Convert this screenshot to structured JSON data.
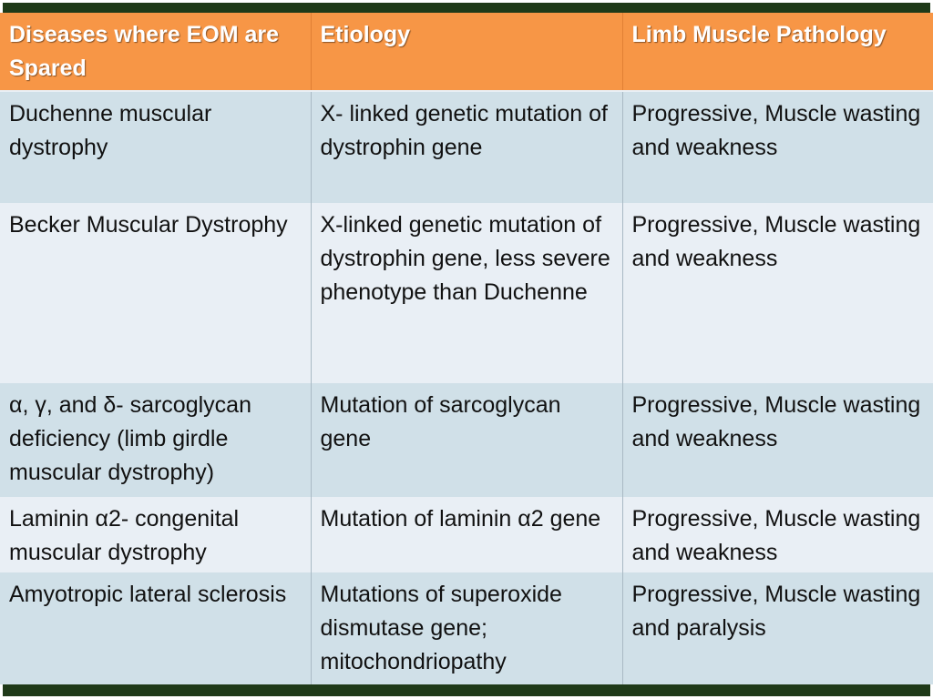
{
  "table": {
    "headers": [
      "Diseases where EOM are Spared",
      "Etiology",
      "Limb Muscle Pathology"
    ],
    "rows": [
      [
        "Duchenne muscular dystrophy",
        "X- linked genetic mutation of dystrophin gene",
        "Progressive, Muscle wasting and weakness"
      ],
      [
        "Becker Muscular Dystrophy",
        "X-linked genetic mutation of dystrophin gene, less severe phenotype than Duchenne",
        "Progressive, Muscle wasting and weakness"
      ],
      [
        "α, γ, and δ- sarcoglycan deficiency (limb girdle muscular dystrophy)",
        "Mutation of sarcoglycan gene",
        "Progressive, Muscle wasting and weakness"
      ],
      [
        "Laminin α2- congenital muscular dystrophy",
        "Mutation of laminin α2 gene",
        "Progressive, Muscle wasting and weakness"
      ],
      [
        "Amyotropic lateral sclerosis",
        "Mutations of superoxide dismutase gene; mitochondriopathy",
        "Progressive, Muscle wasting and paralysis"
      ]
    ]
  },
  "colors": {
    "header": "#f79646",
    "row_dark": "#d0e0e8",
    "row_light": "#e9eff5",
    "frame": "#1f3a19"
  }
}
